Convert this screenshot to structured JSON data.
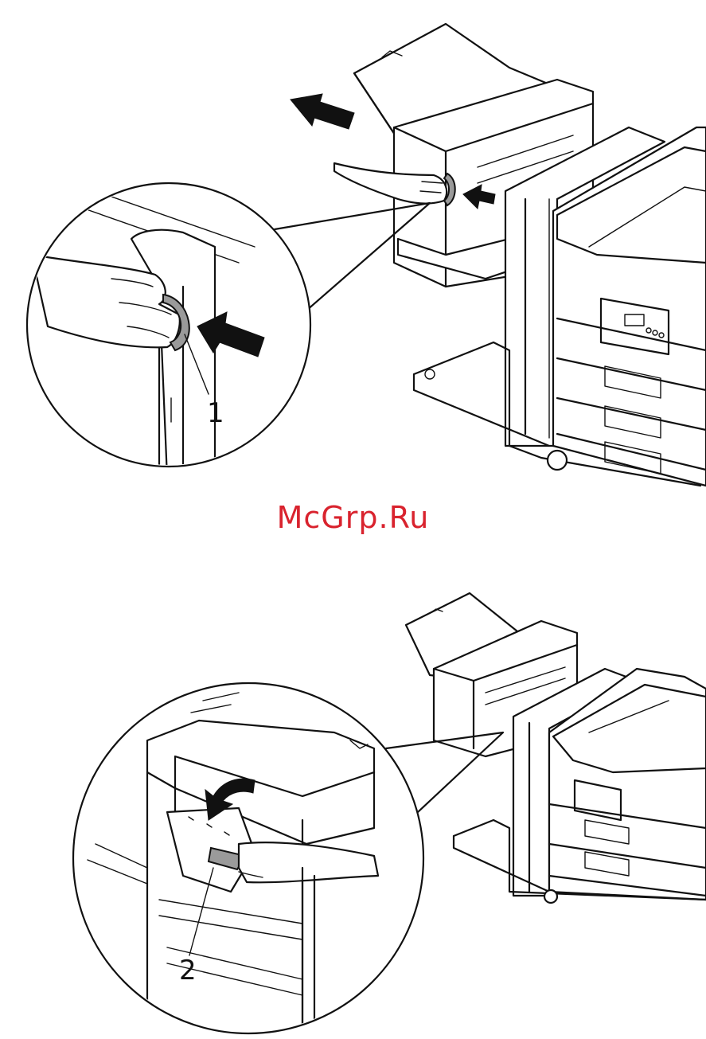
{
  "watermark": {
    "text": "McGrp.Ru",
    "color": "#d9232e"
  },
  "figure_top": {
    "callout": "1"
  },
  "figure_bottom": {
    "callout": "2"
  }
}
